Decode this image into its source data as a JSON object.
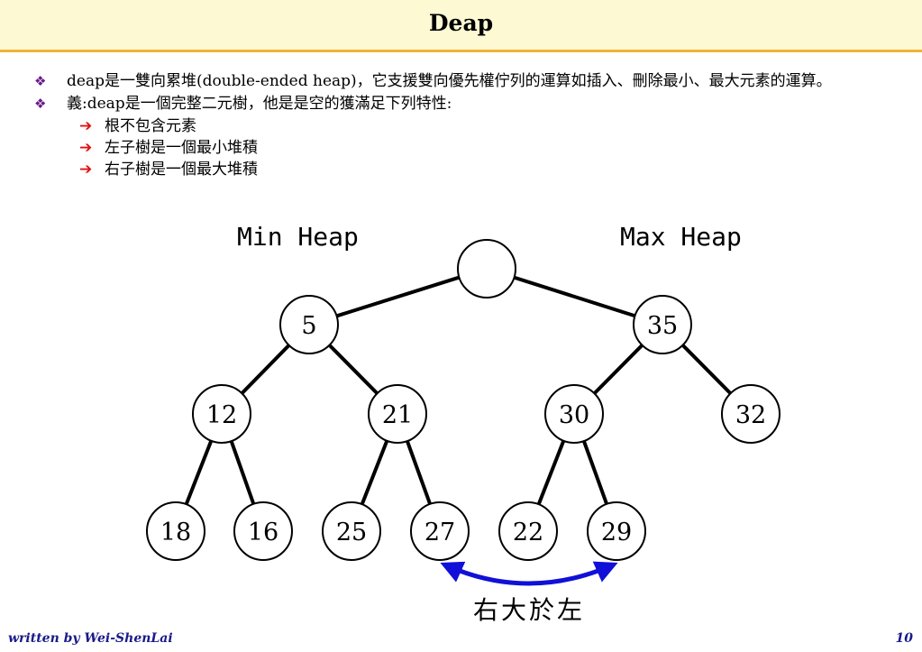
{
  "slide": {
    "title": "Deap",
    "page_number": "10",
    "author": "written by Wei-ShenLai"
  },
  "bullets": [
    {
      "text": "deap是一雙向累堆(double-ended heap)，它支援雙向優先權佇列的運算如插入、刪除最小、最大元素的運算。"
    },
    {
      "text": "義:deap是一個完整二元樹，他是是空的獲滿足下列特性:"
    }
  ],
  "properties": [
    "根不包含元素",
    "左子樹是一個最小堆積",
    "右子樹是一個最大堆積"
  ],
  "diagram": {
    "min_heap_label": "Min Heap",
    "max_heap_label": "Max Heap",
    "caption": "右大於左",
    "root_value": "",
    "min_heap": {
      "root": "5",
      "level2": [
        "12",
        "21"
      ],
      "level3": [
        "18",
        "16",
        "25",
        "27"
      ]
    },
    "max_heap": {
      "root": "35",
      "level2": [
        "30",
        "32"
      ],
      "level3": [
        "22",
        "29"
      ]
    },
    "colors": {
      "node_stroke": "#000000",
      "edge": "#000000",
      "arrow": "#1010d8"
    }
  }
}
